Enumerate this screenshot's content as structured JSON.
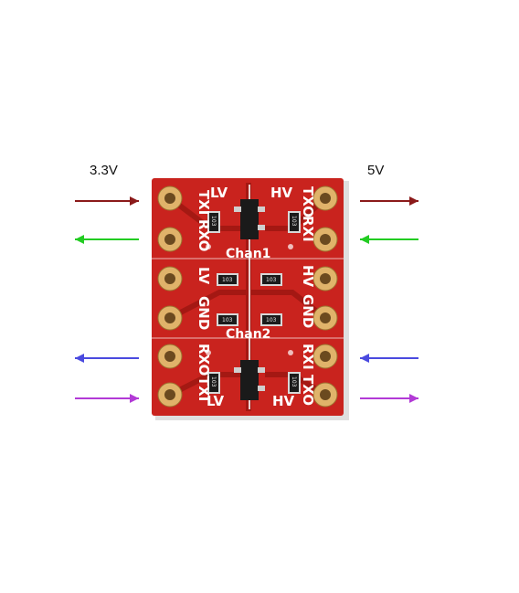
{
  "labels": {
    "low_voltage": "3.3V",
    "high_voltage": "5V"
  },
  "board": {
    "left_top": [
      "TXI",
      "RXO"
    ],
    "left_mid": [
      "LV",
      "GND"
    ],
    "left_bot": [
      "RXO",
      "TXI"
    ],
    "right_top": [
      "TXO",
      "RXI"
    ],
    "right_mid": [
      "HV",
      "GND"
    ],
    "right_bot": [
      "RXI",
      "TXO"
    ],
    "lv_tag": "LV",
    "hv_tag": "HV",
    "chan1": "Chan1",
    "chan2": "Chan2",
    "resistor_code": "103"
  },
  "arrows": [
    {
      "side": "left",
      "direction": "in",
      "color": "#8b1a1a"
    },
    {
      "side": "left",
      "direction": "out",
      "color": "#22cc22"
    },
    {
      "side": "left",
      "direction": "out",
      "color": "#4a4adf"
    },
    {
      "side": "left",
      "direction": "in",
      "color": "#b23ad6"
    },
    {
      "side": "right",
      "direction": "out",
      "color": "#8b1a1a"
    },
    {
      "side": "right",
      "direction": "in",
      "color": "#22cc22"
    },
    {
      "side": "right",
      "direction": "in",
      "color": "#4a4adf"
    },
    {
      "side": "right",
      "direction": "out",
      "color": "#b23ad6"
    }
  ],
  "colors": {
    "pcb": "#c9231e",
    "pcb_dark": "#9e1712",
    "silkscreen": "#ffffff",
    "pad": "#e0b36a",
    "chip": "#1a1a1a"
  }
}
